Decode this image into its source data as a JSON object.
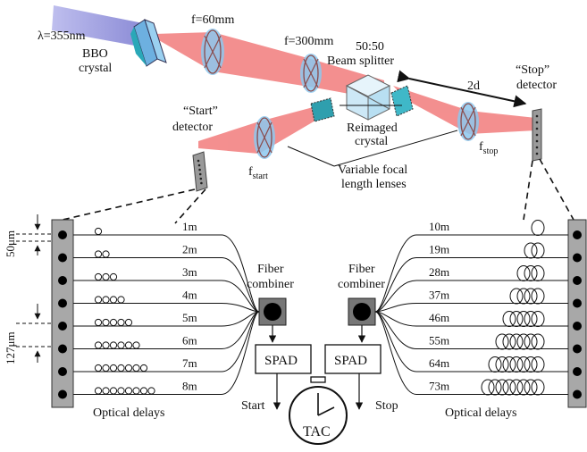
{
  "colors": {
    "uv_beam": "#8a8ad6",
    "red_beam": "#f06a6a",
    "lens": "#88c8ee",
    "crystal": "#3fb8c8",
    "detector": "#9a9a9a"
  },
  "optics": {
    "wavelength": "λ=355nm",
    "bbo_line1": "BBO",
    "bbo_line2": "crystal",
    "f60": "f=60mm",
    "f300": "f=300mm",
    "splitter_ratio": "50:50",
    "splitter_name": "Beam splitter",
    "distance": "2d",
    "reimaged_line1": "Reimaged",
    "reimaged_line2": "crystal",
    "variable_line1": "Variable focal",
    "variable_line2": "length lenses",
    "fstart_main": "f",
    "fstart_sub": "start",
    "fstop_main": "f",
    "fstop_sub": "stop",
    "start_det_line1": "“Start”",
    "start_det_line2": "detector",
    "stop_det_line1": "“Stop”",
    "stop_det_line2": "detector"
  },
  "left_delays": [
    "1m",
    "2m",
    "3m",
    "4m",
    "5m",
    "6m",
    "7m",
    "8m"
  ],
  "right_delays": [
    "10m",
    "19m",
    "28m",
    "37m",
    "46m",
    "55m",
    "64m",
    "73m"
  ],
  "pitch_top": "50μm",
  "pitch_mid": "127μm",
  "left_combiner_line1": "Fiber",
  "left_combiner_line2": "combiner",
  "right_combiner_line1": "Fiber",
  "right_combiner_line2": "combiner",
  "spad_left": "SPAD",
  "spad_right": "SPAD",
  "start_label": "Start",
  "stop_label": "Stop",
  "tac_label": "TAC",
  "left_delays_caption": "Optical delays",
  "right_delays_caption": "Optical delays"
}
